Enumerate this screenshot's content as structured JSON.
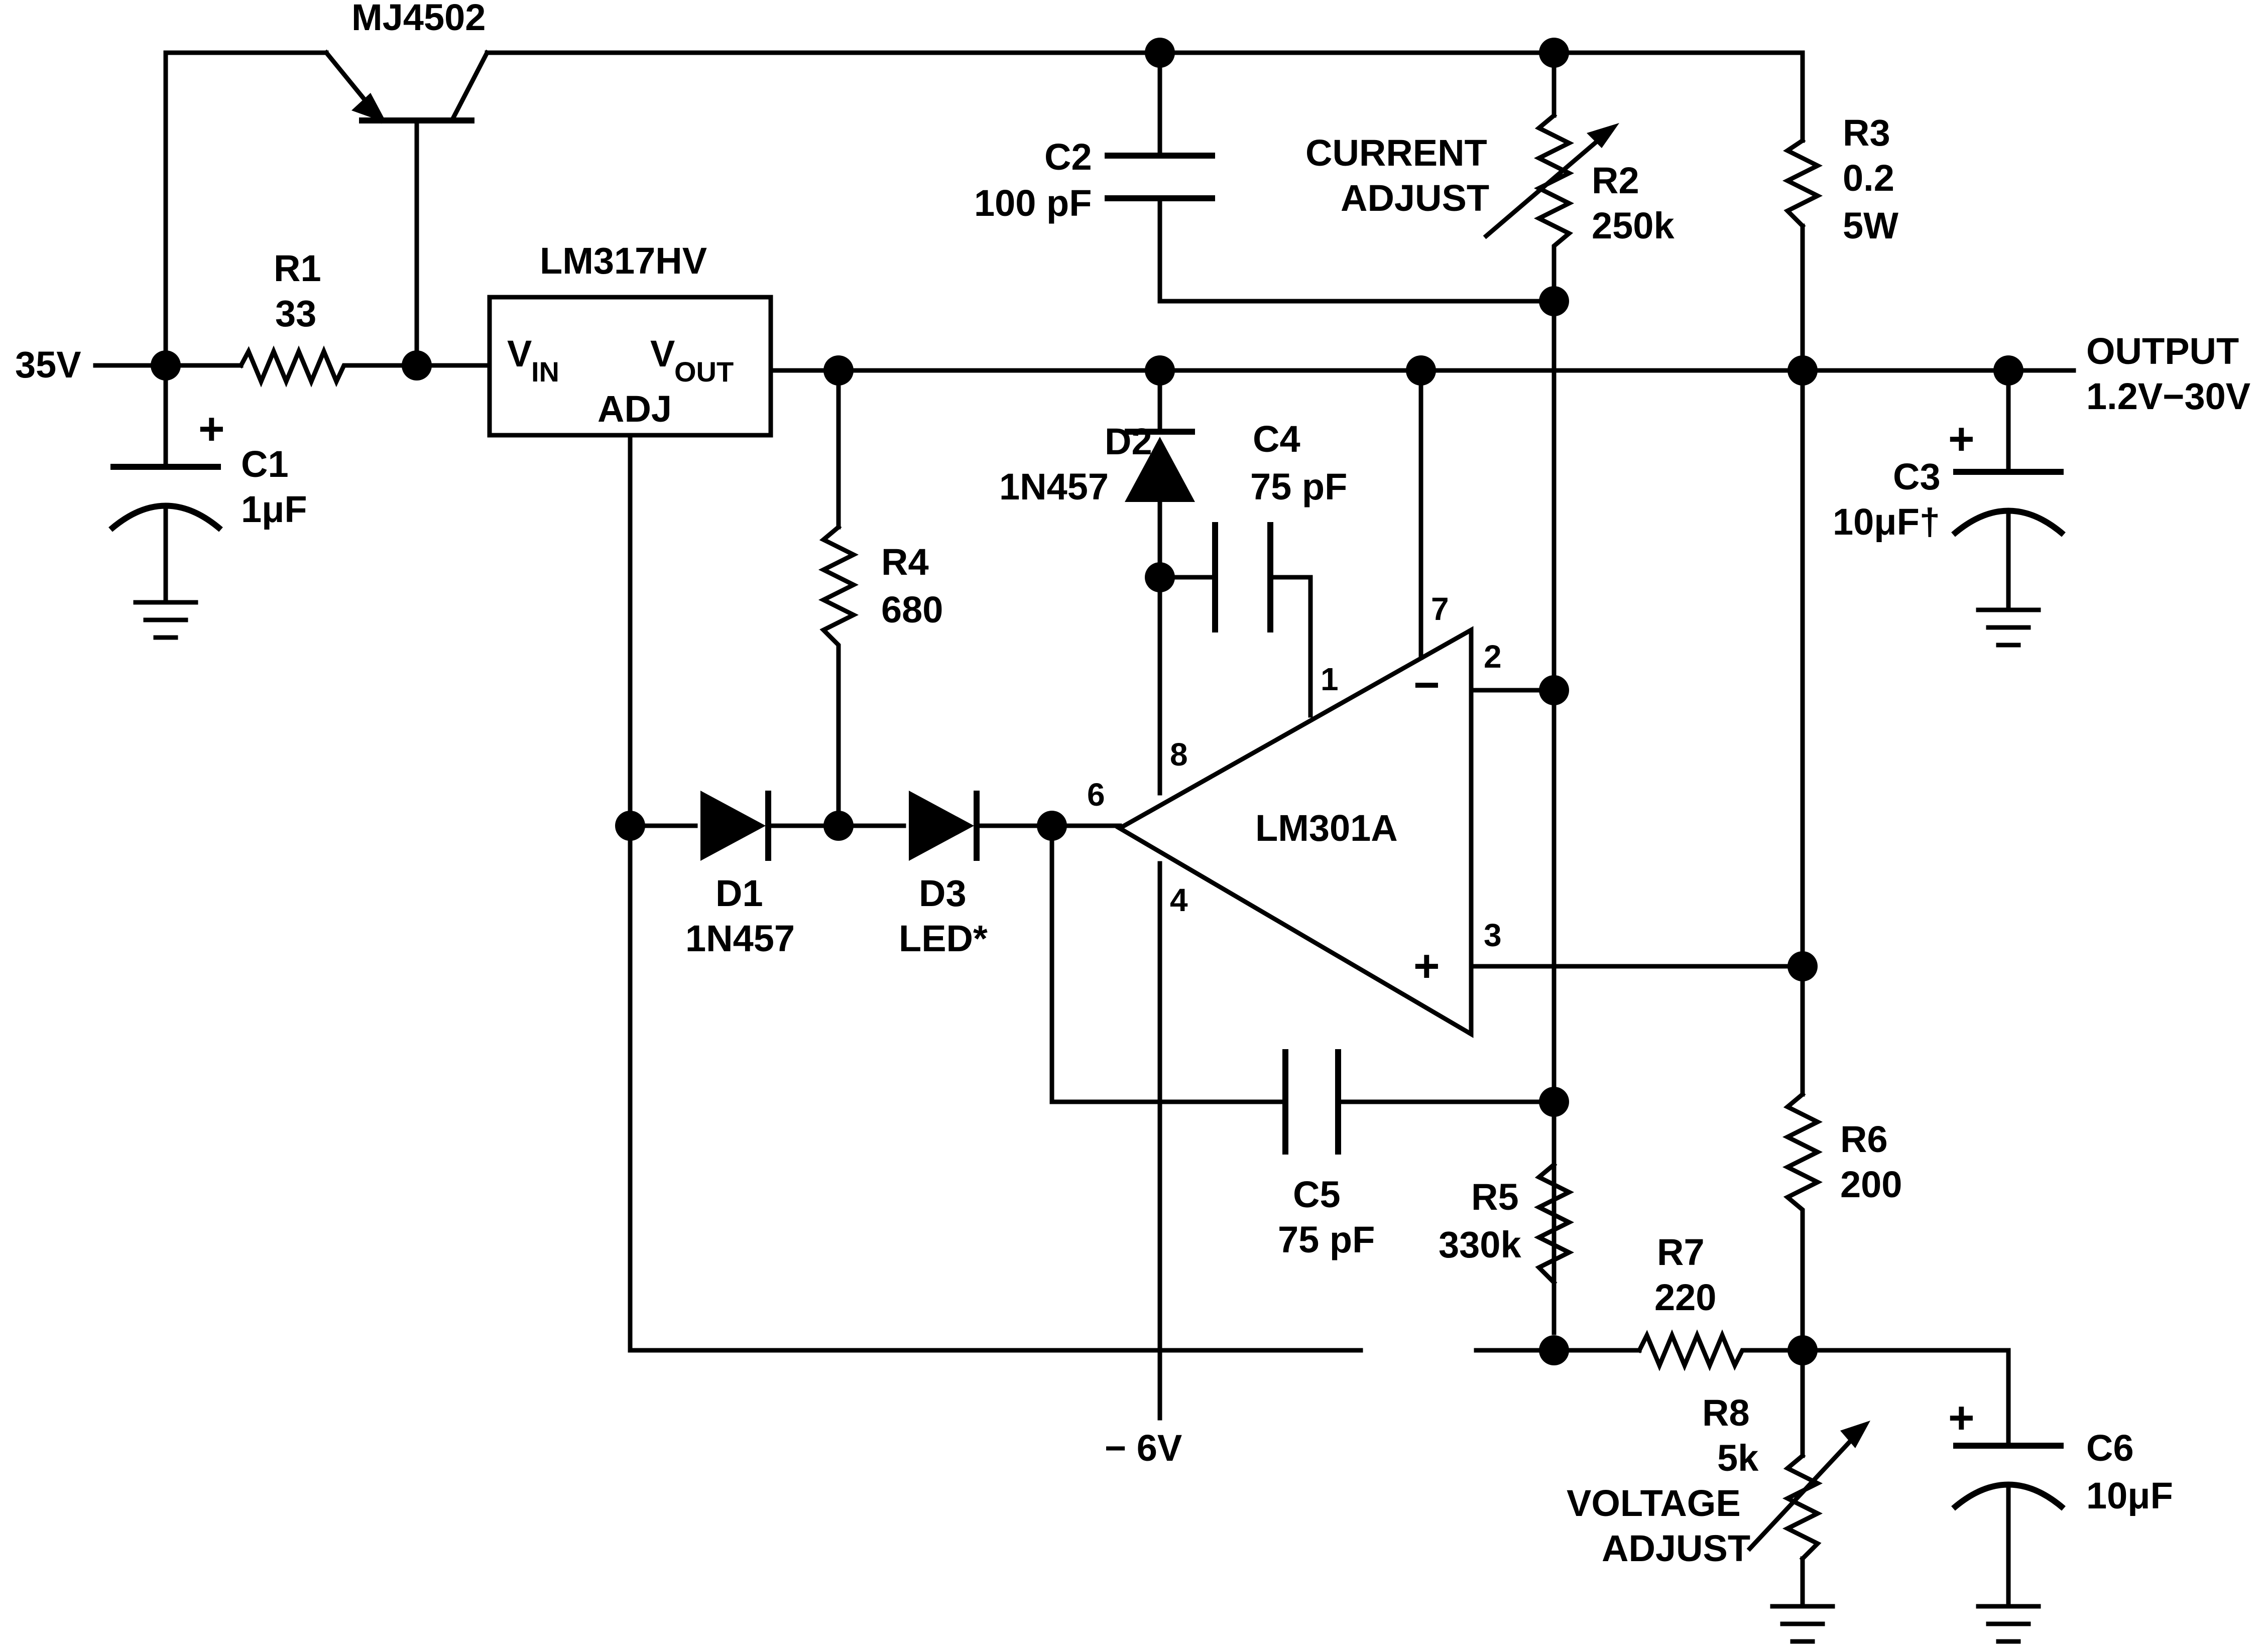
{
  "labels": {
    "q1": "MJ4502",
    "r1_name": "R1",
    "r1_val": "33",
    "input_voltage": "35V",
    "c1_name": "C1",
    "c1_val": "1μF",
    "u1_name": "LM317HV",
    "u1_vin": "V",
    "u1_vin_sub": "IN",
    "u1_vout": "V",
    "u1_vout_sub": "OUT",
    "u1_adj": "ADJ",
    "c2_name": "C2",
    "c2_val": "100 pF",
    "current_adjust_1": "CURRENT",
    "current_adjust_2": "ADJUST",
    "r2_name": "R2",
    "r2_val": "250k",
    "r3_name": "R3",
    "r3_val": "0.2",
    "r3_power": "5W",
    "output_1": "OUTPUT",
    "output_2": "1.2V−30V",
    "c3_name": "C3",
    "c3_val": "10μF†",
    "d2_name": "D2",
    "d2_val": "1N457",
    "c4_name": "C4",
    "c4_val": "75 pF",
    "r4_name": "R4",
    "r4_val": "680",
    "d1_name": "D1",
    "d1_val": "1N457",
    "d3_name": "D3",
    "d3_val": "LED*",
    "u2_name": "LM301A",
    "pin1": "1",
    "pin2": "2",
    "pin3": "3",
    "pin4": "4",
    "pin6": "6",
    "pin7": "7",
    "pin8": "8",
    "minus_sign": "−",
    "plus_sign": "+",
    "c5_name": "C5",
    "c5_val": "75 pF",
    "r5_name": "R5",
    "r5_val": "330k",
    "r7_name": "R7",
    "r7_val": "220",
    "r6_name": "R6",
    "r6_val": "200",
    "neg_supply": "− 6V",
    "r8_name": "R8",
    "r8_val": "5k",
    "voltage_adjust_1": "VOLTAGE",
    "voltage_adjust_2": "ADJUST",
    "c6_name": "C6",
    "c6_val": "10μF",
    "c1_plus": "+",
    "c3_plus": "+",
    "c6_plus": "+"
  }
}
